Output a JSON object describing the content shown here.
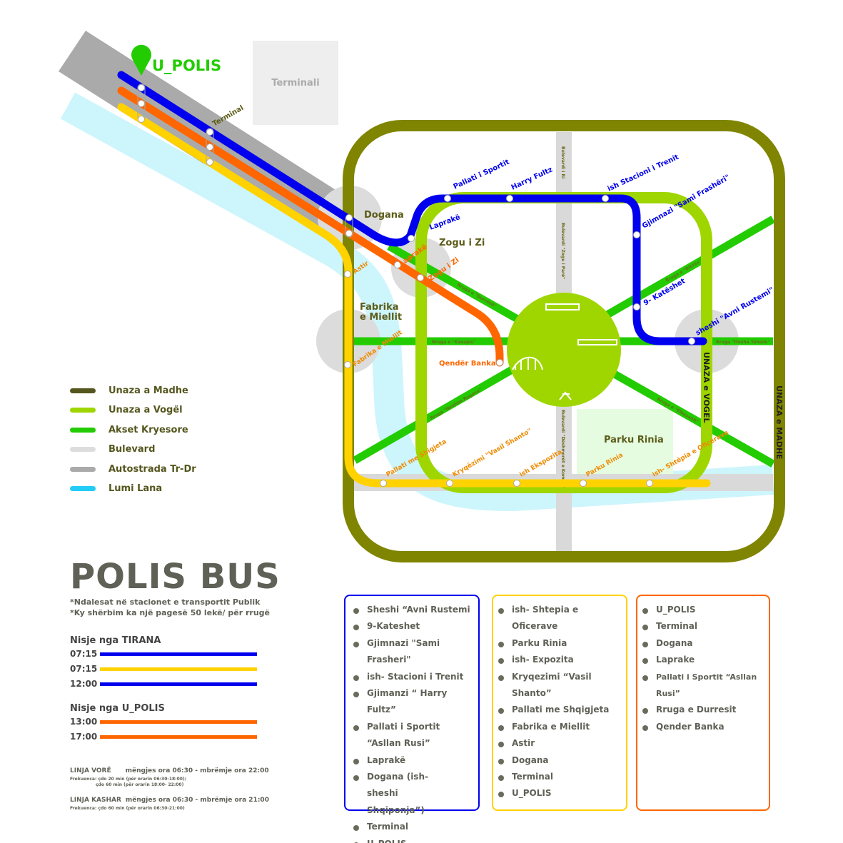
{
  "colors": {
    "unaza_madhe": "#7f8500",
    "unaza_vogel": "#9fd600",
    "akset": "#22cc00",
    "bulevard": "#d9d9d9",
    "autostrada": "#aaaaaa",
    "lumi": "#c8f4fc",
    "blue_line": "#0000ee",
    "orange_line": "#ff6600",
    "yellow_line": "#ffd200"
  },
  "map": {
    "upolis": "U_POLIS",
    "terminali": "Terminali",
    "terminal_label": "Terminal",
    "areas": {
      "dogana": "Dogana",
      "zogu": "Zogu i Zi",
      "fabrika1": "Fabrika",
      "fabrika2": "e Miellit",
      "parku": "Parku Rinia"
    },
    "rings": {
      "madhe": "UNAZA e MADHE",
      "vogel": "UNAZA e VOGEL"
    },
    "streets": {
      "bul_ri": "Bulevardi i Ri",
      "bul_zogu": "Bulevardi \"Zogu i Parë\"",
      "bul_deshmoret": "Bulevardi \"Dëshmorët e Kombit\"",
      "durresit": "Rruga e \"Durrësit\"",
      "dibres": "Rruga e \"Dibrës\"",
      "kavajes": "Rruga e \"Kavajes\"",
      "hoxha": "Rruga \"Hoxha Tahsim\"",
      "rugova": "Rruga \"Ibrahim Rugova\"",
      "elbasanit": "Rruga e \"Elbasanit\""
    },
    "blue_stops": {
      "palati": "Pallati i Sportit",
      "harry": "Harry Fultz",
      "stacioni": "ish Stacioni i Trenit",
      "laprake": "Laprakë",
      "gjimnazi": "Gjimnazi \"Sami Frashëri\"",
      "kateshet": "9- Katëshet",
      "avni": "sheshi \"Avni Rustemi\""
    },
    "orange_stops": {
      "laprake": "Laprakë",
      "zogu": "Zogu i Zi",
      "banka": "Qendër Banka"
    },
    "yellow_stops": {
      "astir": "Astir",
      "fabrika": "Fabrika e Miellit",
      "pallati": "Pallati me Shigjeta",
      "kryq": "Kryqëzimi \"Vasil Shanto\"",
      "ekspo": "ish Ekspozita",
      "parku": "Parku Rinia",
      "oficere": "ish- Shtëpia e Oficerave"
    }
  },
  "legend": [
    {
      "label": "Unaza a Madhe",
      "color": "#55561e"
    },
    {
      "label": "Unaza a Vogël",
      "color": "#9fd600"
    },
    {
      "label": "Akset Kryesore",
      "color": "#22cc00"
    },
    {
      "label": "Bulevard",
      "color": "#dddddd"
    },
    {
      "label": "Autostrada Tr-Dr",
      "color": "#aaaaaa"
    },
    {
      "label": "Lumi Lana",
      "color": "#22ccf5"
    }
  ],
  "info": {
    "title": "POLIS BUS",
    "note1": "*Ndalesat në stacionet e transportit Publik",
    "note2": "*Ky shërbim ka një pagesë 50 lekë/ për rrugë",
    "from_tirana": "Nisje nga TIRANA",
    "tirana_times": [
      {
        "time": "07:15",
        "color": "#0000ee"
      },
      {
        "time": "07:15",
        "color": "#ffd200"
      },
      {
        "time": "12:00",
        "color": "#0000ee"
      }
    ],
    "from_upolis": "Nisje nga U_POLIS",
    "upolis_times": [
      {
        "time": "13:00",
        "color": "#ff6600"
      },
      {
        "time": "17:00",
        "color": "#ff6600"
      }
    ],
    "vore_name": "LINJA VORË",
    "vore_hours": "mëngjes ora 06:30 - mbrëmje ora 22:00",
    "vore_freq1": "Frekuenca: çdo 20 min (për orarin 06:30-18:00)/",
    "vore_freq2": "çdo  60 min (për orarin 18:00- 22:00)",
    "kashar_name": "LINJA KASHAR",
    "kashar_hours": "mëngjes ora 06:30 - mbrëmje ora 21:00",
    "kashar_freq": "Frekuenca: çdo 60 min (për orarin 06:30-21:00)"
  },
  "lists": {
    "blue": [
      "Sheshi “Avni Rustemi",
      "9-Kateshet",
      "Gjimnazi \"Sami Frasheri\"",
      "ish- Stacioni i Trenit",
      "Gjimanzi “ Harry Fultz”",
      "Pallati i Sportit “Asllan Rusi”",
      "Laprakë",
      "Dogana (ish-sheshi Shqiponja”)",
      "Terminal",
      "U_POLIS"
    ],
    "yellow": [
      "ish- Shtepia e Oficerave",
      "Parku Rinia",
      "ish- Expozita",
      "Kryqezimi “Vasil Shanto”",
      "Pallati me Shqigjeta",
      "Fabrika e Miellit",
      "Astir",
      "Dogana",
      "Terminal",
      "U_POLIS"
    ],
    "orange": [
      "U_POLIS",
      "Terminal",
      "Dogana",
      "Laprake",
      "Pallati i Sportit “Asllan Rusi”",
      "Rruga e Durresit",
      "Qender Banka"
    ]
  }
}
